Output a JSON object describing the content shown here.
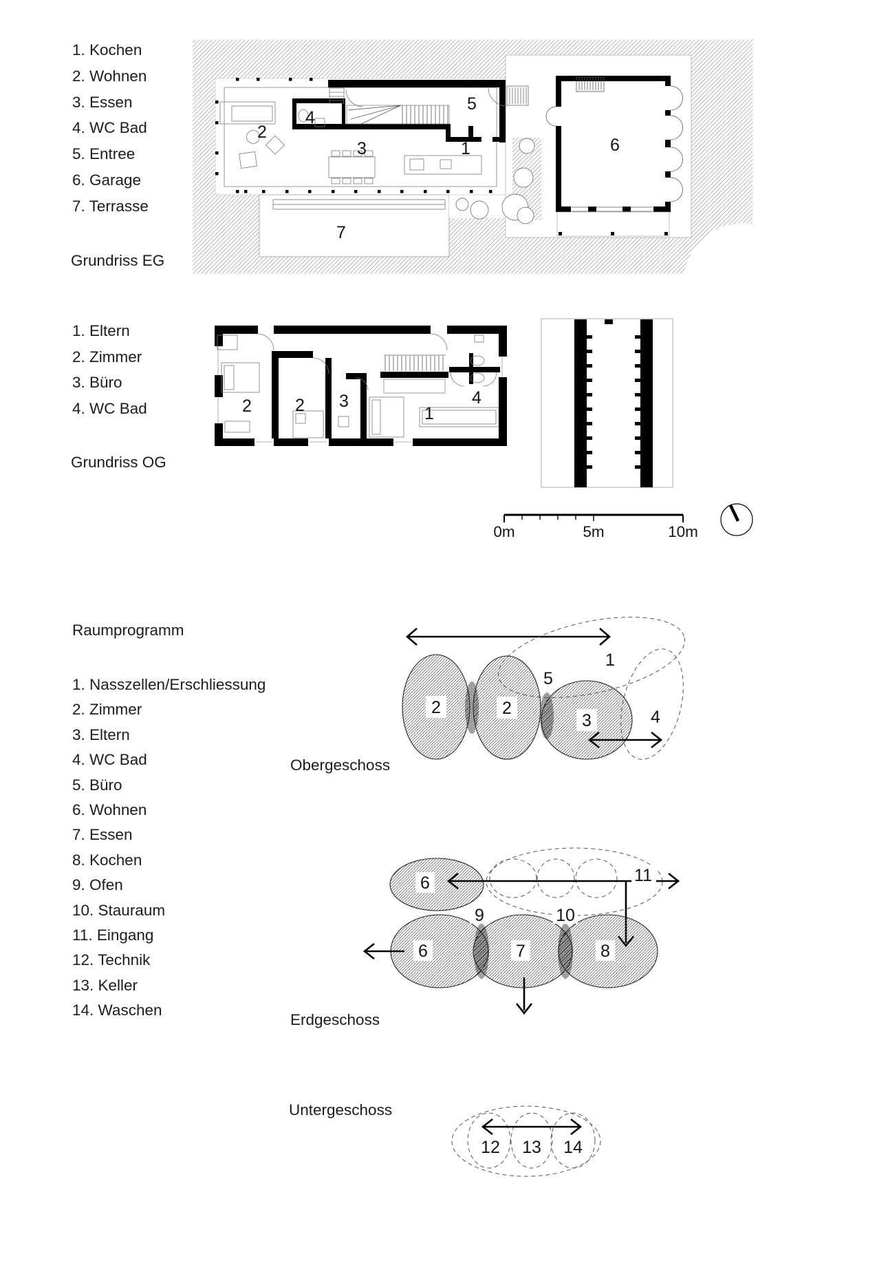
{
  "eg": {
    "title": "Grundriss EG",
    "legend": [
      "1. Kochen",
      "2. Wohnen",
      "3. Essen",
      "4. WC Bad",
      "5. Entree",
      "6. Garage",
      "7. Terrasse"
    ],
    "room_labels": {
      "wohnen": "2",
      "essen": "3",
      "wc": "4",
      "entree": "5",
      "kochen": "1",
      "garage": "6",
      "terrasse": "7"
    }
  },
  "og": {
    "title": "Grundriss OG",
    "legend": [
      "1. Eltern",
      "2. Zimmer",
      "3. Büro",
      "4. WC Bad"
    ],
    "room_labels": {
      "zimmer_a": "2",
      "zimmer_b": "2",
      "buero": "3",
      "eltern": "1",
      "wc": "4"
    }
  },
  "scalebar": {
    "label_0": "0m",
    "label_5": "5m",
    "label_10": "10m"
  },
  "program": {
    "title": "Raumprogramm",
    "legend": [
      "1. Nasszellen/Erschliessung",
      "2. Zimmer",
      "3. Eltern",
      "4. WC Bad",
      "5. Büro",
      "6. Wohnen",
      "7. Essen",
      "8. Kochen",
      "9. Ofen",
      "10. Stauraum",
      "11. Eingang",
      "12. Technik",
      "13. Keller",
      "14. Waschen"
    ],
    "sections": {
      "og": "Obergeschoss",
      "eg": "Erdgeschoss",
      "ug": "Untergeschoss"
    },
    "og_bubbles": {
      "zimmer_a": "2",
      "zimmer_b": "2",
      "eltern": "3",
      "circulation": "1",
      "wc": "4",
      "buero": "5"
    },
    "eg_bubbles": {
      "wohnen_oben": "6",
      "wohnen": "6",
      "essen": "7",
      "kochen": "8",
      "ofen": "9",
      "stauraum": "10",
      "eingang": "11"
    },
    "ug_bubbles": {
      "technik": "12",
      "keller": "13",
      "waschen": "14"
    }
  }
}
